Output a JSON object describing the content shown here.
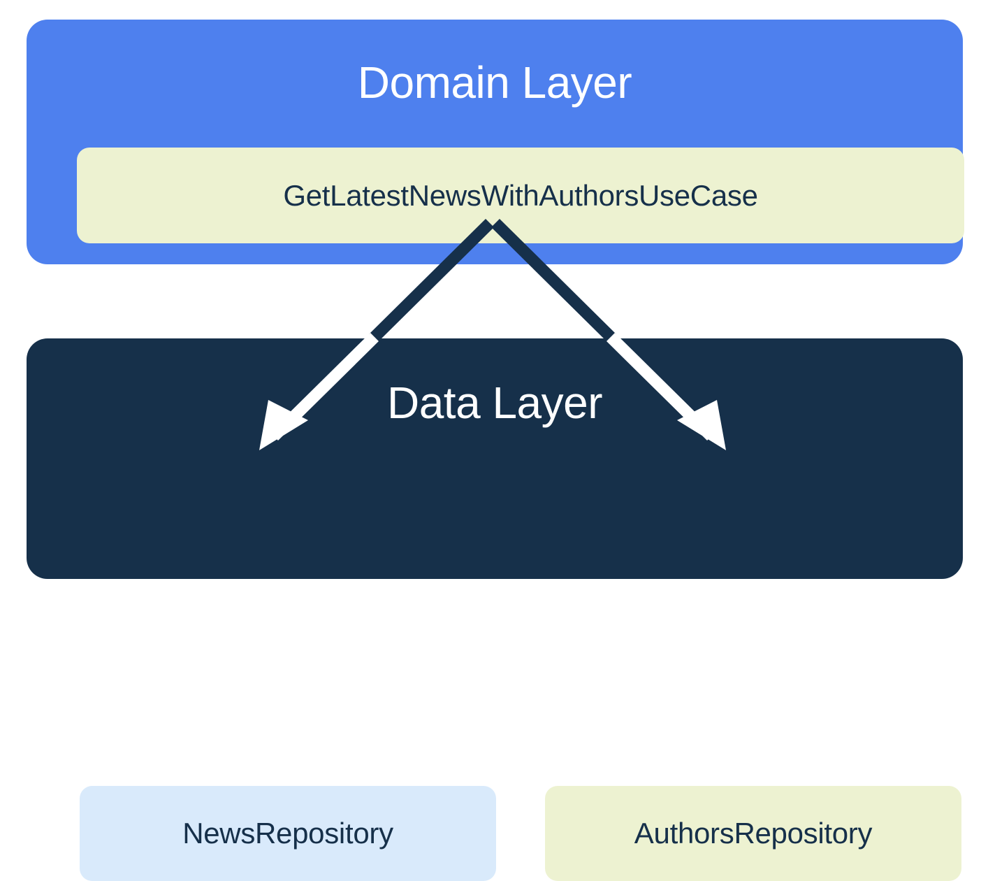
{
  "diagram": {
    "title": "Clean Architecture layer dependency diagram",
    "background_color": "#FFFFFF",
    "layers": [
      {
        "id": "domain",
        "title": "Domain Layer",
        "panel_color": "#4E80EE",
        "title_color": "#FFFFFF",
        "components": [
          {
            "id": "get-latest-news-with-authors-usecase",
            "label": "GetLatestNewsWithAuthorsUseCase",
            "fill_color": "#EDF2D1",
            "text_color": "#16304A"
          }
        ]
      },
      {
        "id": "data",
        "title": "Data Layer",
        "panel_color": "#16304A",
        "title_color": "#FFFFFF",
        "components": [
          {
            "id": "news-repository",
            "label": "NewsRepository",
            "fill_color": "#D9EAFB",
            "text_color": "#16304A"
          },
          {
            "id": "authors-repository",
            "label": "AuthorsRepository",
            "fill_color": "#EDF2D1",
            "text_color": "#16304A"
          }
        ]
      }
    ],
    "connections": [
      {
        "id": "usecase-to-news-repository",
        "from": "get-latest-news-with-authors-usecase",
        "to": "news-repository",
        "style": "solid-arrow",
        "color_outside_panel": "#16304A",
        "color_inside_panel": "#FFFFFF"
      },
      {
        "id": "usecase-to-authors-repository",
        "from": "get-latest-news-with-authors-usecase",
        "to": "authors-repository",
        "style": "solid-arrow",
        "color_outside_panel": "#16304A",
        "color_inside_panel": "#FFFFFF"
      }
    ]
  }
}
